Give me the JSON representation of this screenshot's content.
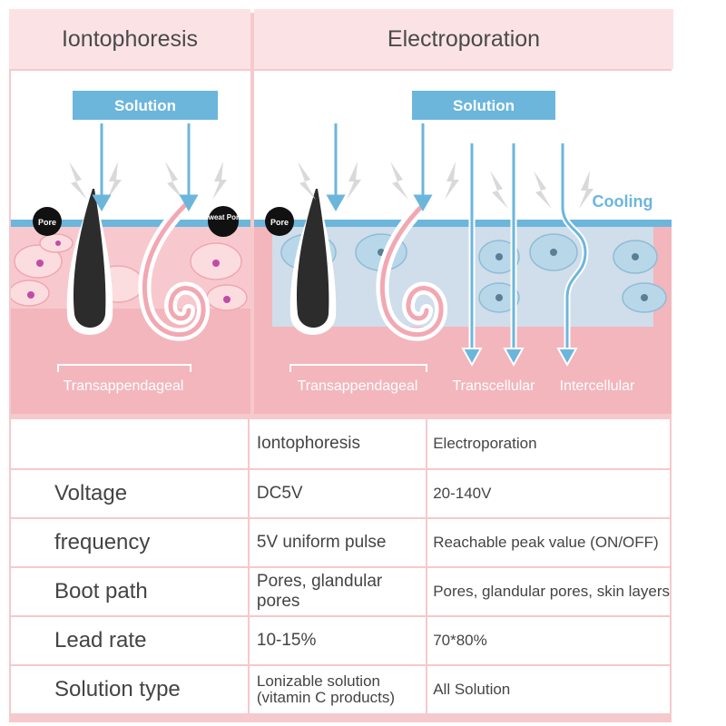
{
  "headers": {
    "left": "Iontophoresis",
    "right": "Electroporation"
  },
  "diagram": {
    "solution_label": "Solution",
    "pore_label": "Pore",
    "sweat_pore_label": "Sweat Pore",
    "cooling_label": "Cooling",
    "transappendageal_label": "Transappendageal",
    "transcellular_label": "Transcellular",
    "intercellular_label": "Intercellular"
  },
  "table": {
    "header": [
      "",
      "Iontophoresis",
      "Electroporation"
    ],
    "rows": [
      {
        "label": "Voltage",
        "ionto": "DC5V",
        "electro": "20-140V"
      },
      {
        "label": "frequency",
        "ionto": "5V uniform pulse",
        "electro": "Reachable peak value (ON/OFF)"
      },
      {
        "label": "Boot path",
        "ionto": "Pores, glandular pores",
        "electro": "Pores, glandular pores, skin layers"
      },
      {
        "label": "Lead rate",
        "ionto": "10-15%",
        "electro": "70*80%"
      },
      {
        "label": "Solution type",
        "ionto_line1": "Lonizable solution",
        "ionto_line2": "(vitamin C products)",
        "electro": "All Solution"
      }
    ]
  },
  "colors": {
    "accent_blue": "#6cb6dc",
    "pink": "#f6c9cc",
    "skin_pink": "#f2a8b2",
    "text": "#444444"
  }
}
